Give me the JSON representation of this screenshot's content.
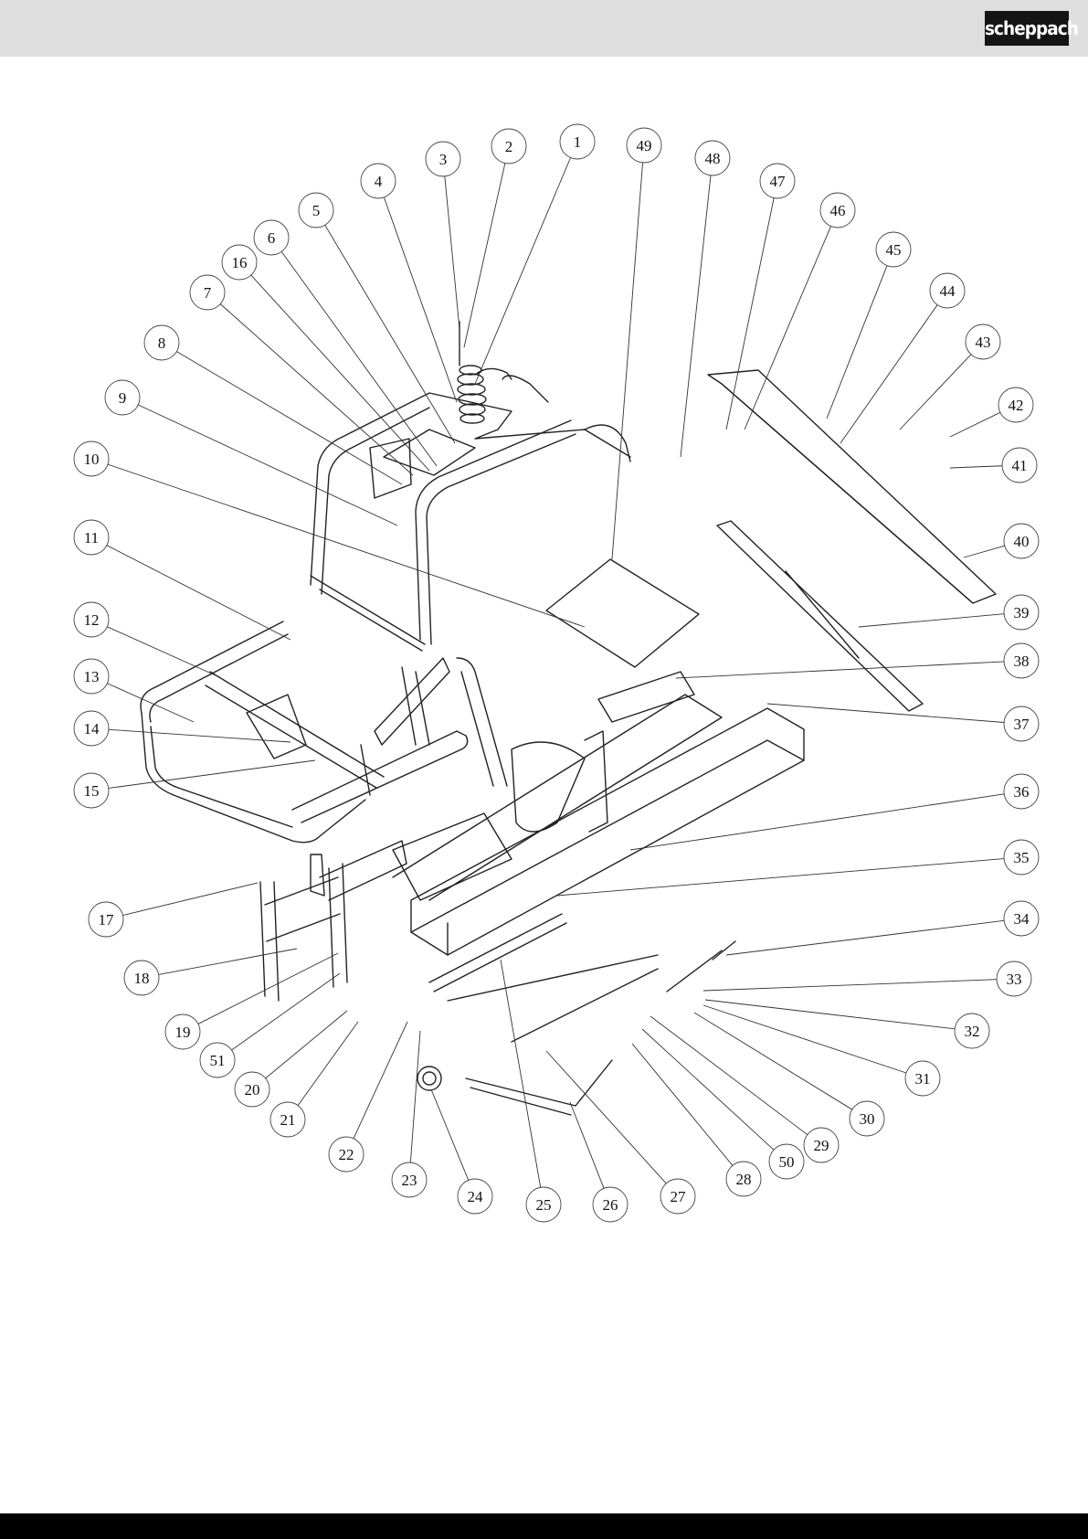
{
  "brand": {
    "logo_text": "scheppach",
    "header_color": "#dedede",
    "footer_color": "#000000"
  },
  "diagram": {
    "callouts": [
      "1",
      "2",
      "3",
      "4",
      "5",
      "6",
      "16",
      "7",
      "8",
      "9",
      "10",
      "11",
      "12",
      "13",
      "14",
      "15",
      "17",
      "18",
      "19",
      "51",
      "20",
      "21",
      "22",
      "23",
      "24",
      "25",
      "26",
      "27",
      "28",
      "50",
      "29",
      "30",
      "31",
      "32",
      "33",
      "34",
      "35",
      "36",
      "37",
      "38",
      "39",
      "40",
      "41",
      "42",
      "43",
      "44",
      "45",
      "46",
      "47",
      "48",
      "49"
    ]
  }
}
